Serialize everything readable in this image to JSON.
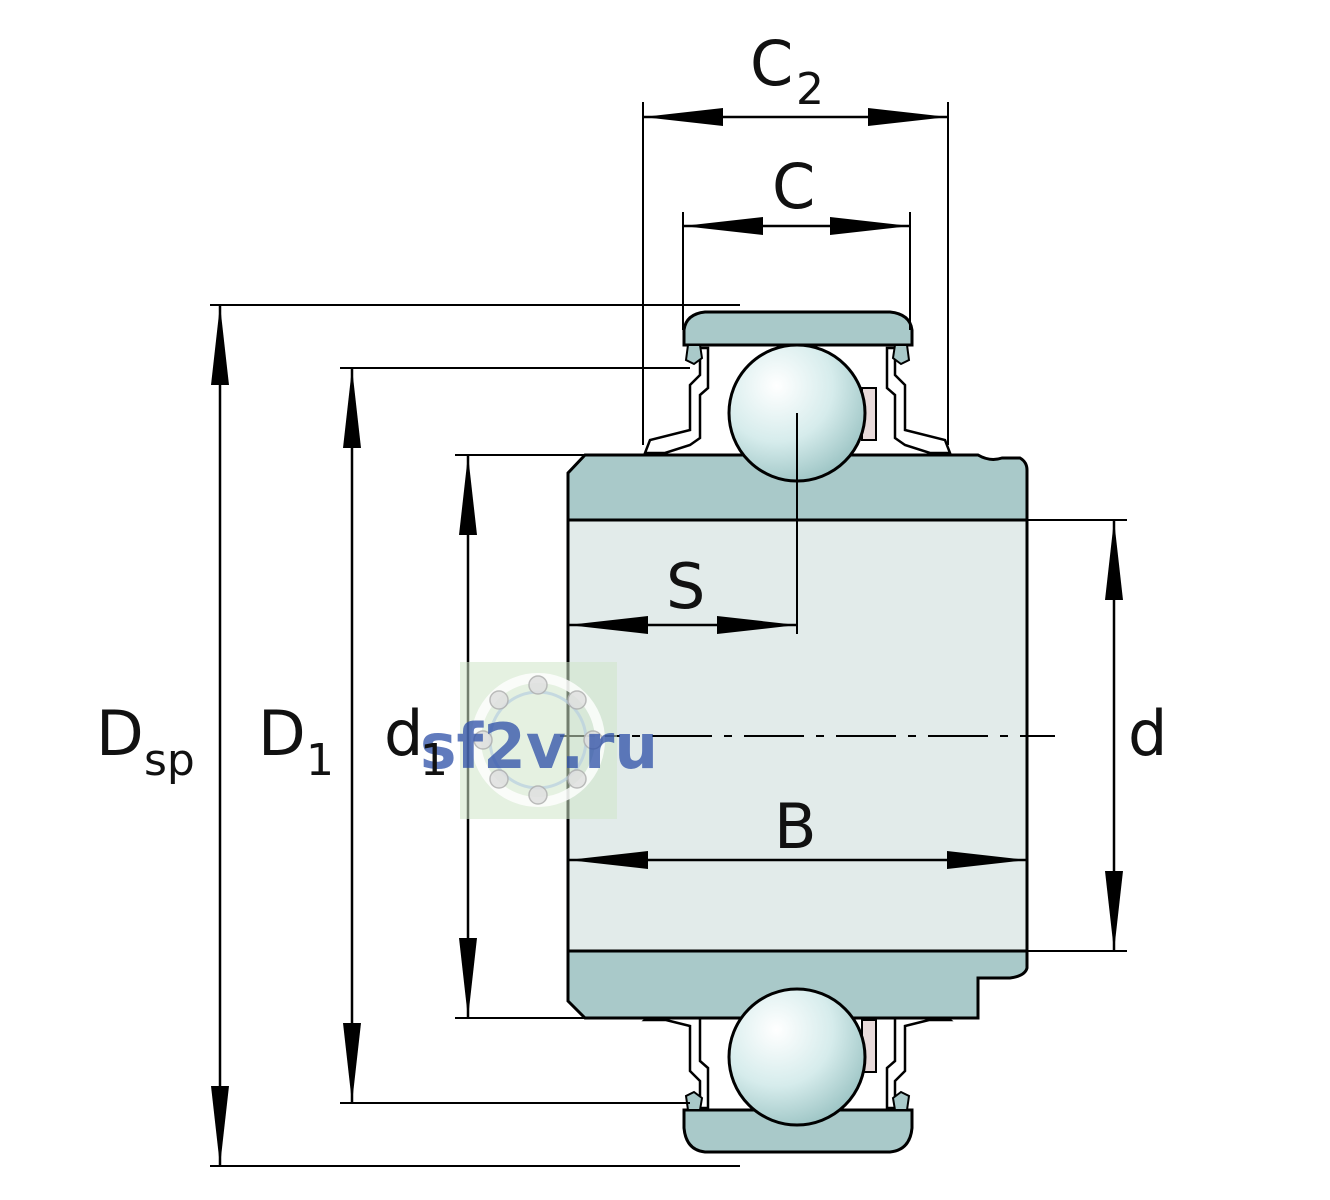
{
  "diagram": {
    "labels": {
      "c2": {
        "main": "C",
        "sub": "2"
      },
      "c": {
        "main": "C"
      },
      "s": {
        "main": "S"
      },
      "b": {
        "main": "B"
      },
      "d": {
        "main": "d"
      },
      "d1_small": {
        "main": "d",
        "sub": "1"
      },
      "d1_big": {
        "main": "D",
        "sub": "1"
      },
      "dsp": {
        "main": "D",
        "sub": "sp"
      }
    },
    "watermark": {
      "text": "sf2v.ru"
    },
    "colors": {
      "ring_fill": "#a9c9c9",
      "bore_fill": "#e2ebea",
      "ball_fill": "#d8ecec",
      "seal_fill": "#ffffff",
      "line": "#000000",
      "watermark_bg": "#cfe6c8",
      "watermark_text": "#2d4fa8"
    }
  }
}
